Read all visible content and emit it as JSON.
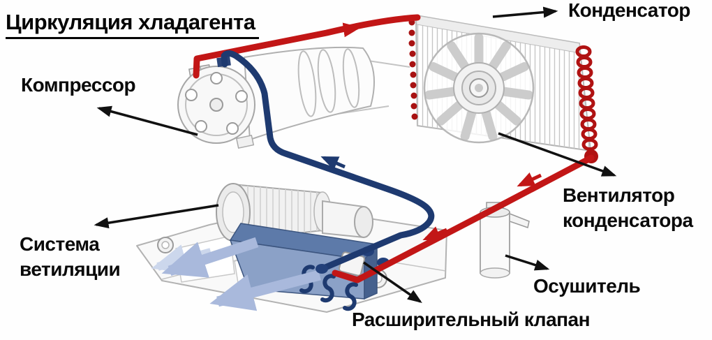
{
  "title": "Циркуляция хладагента",
  "labels": {
    "compressor": "Компрессор",
    "condenser": "Конденсатор",
    "condenser_fan": [
      "Вентилятор",
      "конденсатора"
    ],
    "dryer": "Осушитель",
    "expansion_valve": "Расширительный клапан",
    "ventilation_system": [
      "Система",
      "ветиляции"
    ]
  },
  "diagram": {
    "components": [
      "compressor-drawing",
      "condenser-drawing",
      "condenser-fan-drawing",
      "dryer-drawing",
      "expansion-valve-drawing",
      "ventilation-unit-drawing",
      "evaporator-core-drawing"
    ],
    "flows": {
      "high_pressure_line": "compressor → condenser → dryer → expansion valve",
      "low_pressure_line": "evaporator → compressor",
      "air_flow": "through ventilation system, down-left"
    }
  },
  "colors": {
    "high_pressure_pipe": "#c21616",
    "condenser_coil_red": "#a81212",
    "low_pressure_pipe": "#1e3a70",
    "air_flow_arrow": "#a9b9dc",
    "air_flow_arrow_light": "#ccd7ec",
    "evaporator_core_top": "#5d7aa9",
    "evaporator_core_front": "#8ba1c7",
    "label_arrow": "#111111",
    "text": "#0a0a0a",
    "line_art": "#b0b0b0",
    "background": "#fefefe"
  }
}
